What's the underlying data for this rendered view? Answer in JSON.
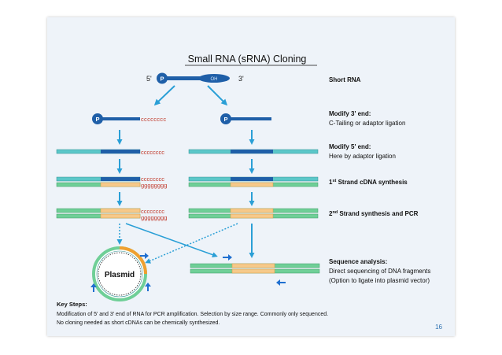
{
  "title": "Small RNA (sRNA) Cloning",
  "top_molecule": {
    "five_prime": "5'",
    "three_prime": "3'",
    "p_label": "P",
    "oh_label": "OH"
  },
  "p_label": "P",
  "c_tail": "cccccccc",
  "g_tail": "gggggggg",
  "plasmid_label": "Plasmid",
  "steps": {
    "short_rna": "Short RNA",
    "modify3_title": "Modify 3' end:",
    "modify3_desc": "C-Tailing or adaptor ligation",
    "modify5_title": "Modify 5' end:",
    "modify5_desc": "Here by adaptor ligation",
    "strand1_pre": "1",
    "strand1_sup": "st",
    "strand1_post": " Strand cDNA synthesis",
    "strand2_pre": "2",
    "strand2_sup": "nd",
    "strand2_post": " Strand synthesis and PCR",
    "seq_title": "Sequence analysis:",
    "seq_line1": "Direct sequencing of DNA fragments",
    "seq_line2": "(Option to ligate into plasmid vector)"
  },
  "key_steps": {
    "title": "Key Steps:",
    "line1": "Modification of 5' and 3' end of RNA for PCR amplification. Selection by size range. Commonly only sequenced.",
    "line2": "No cloning needed as short cDNAs can be chemically synthesized."
  },
  "page_number": "16",
  "colors": {
    "arrow": "#2a9fd6",
    "rna": "#1f5fa8",
    "strand_teal": "#5bc7c9",
    "strand_green": "#6fcf97",
    "insert": "#f6c98a",
    "tail_red": "#c0392b",
    "plasmid_ring": "#f0a030"
  }
}
